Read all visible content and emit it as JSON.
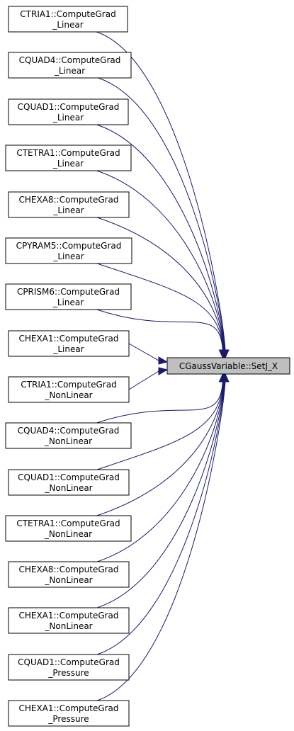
{
  "target": {
    "label": "CGaussVariable::SetJ_X"
  },
  "callers": [
    {
      "line1": "CTRIA1::ComputeGrad",
      "line2": "_Linear"
    },
    {
      "line1": "CQUAD4::ComputeGrad",
      "line2": "_Linear"
    },
    {
      "line1": "CQUAD1::ComputeGrad",
      "line2": "_Linear"
    },
    {
      "line1": "CTETRA1::ComputeGrad",
      "line2": "_Linear"
    },
    {
      "line1": "CHEXA8::ComputeGrad",
      "line2": "_Linear"
    },
    {
      "line1": "CPYRAM5::ComputeGrad",
      "line2": "_Linear"
    },
    {
      "line1": "CPRISM6::ComputeGrad",
      "line2": "_Linear"
    },
    {
      "line1": "CHEXA1::ComputeGrad",
      "line2": "_Linear"
    },
    {
      "line1": "CTRIA1::ComputeGrad",
      "line2": "_NonLinear"
    },
    {
      "line1": "CQUAD4::ComputeGrad",
      "line2": "_NonLinear"
    },
    {
      "line1": "CQUAD1::ComputeGrad",
      "line2": "_NonLinear"
    },
    {
      "line1": "CTETRA1::ComputeGrad",
      "line2": "_NonLinear"
    },
    {
      "line1": "CHEXA8::ComputeGrad",
      "line2": "_NonLinear"
    },
    {
      "line1": "CHEXA1::ComputeGrad",
      "line2": "_NonLinear"
    },
    {
      "line1": "CQUAD1::ComputeGrad",
      "line2": "_Pressure"
    },
    {
      "line1": "CHEXA1::ComputeGrad",
      "line2": "_Pressure"
    }
  ],
  "colors": {
    "edge": "#191970",
    "target_fill": "#bfbfbf",
    "node_fill": "#ffffff",
    "border": "#000000"
  }
}
